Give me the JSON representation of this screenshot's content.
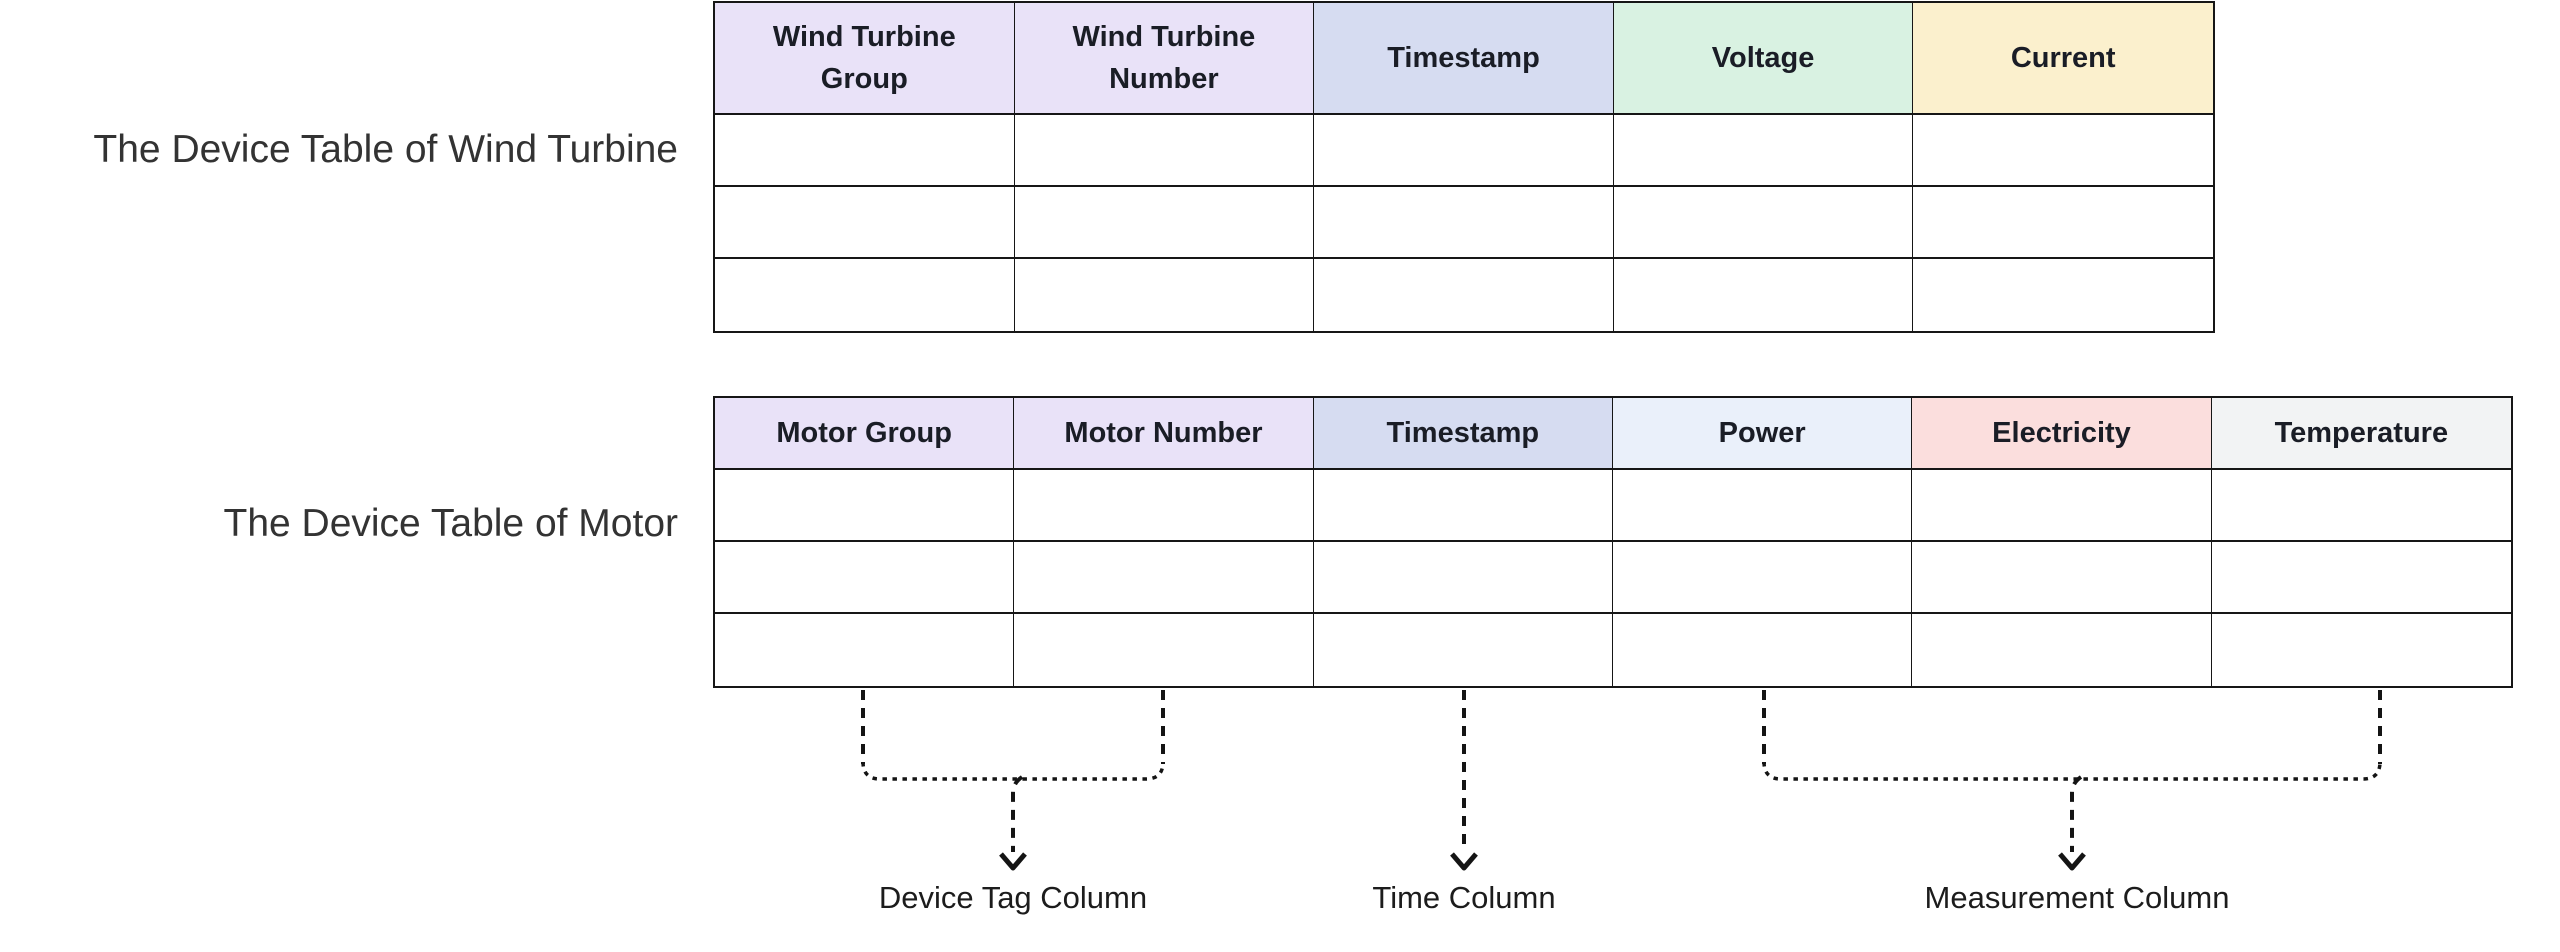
{
  "tables": [
    {
      "title": "The Device Table of Wind Turbine",
      "columns": [
        {
          "label": "Wind Turbine Group",
          "bg": "#E9E2F8"
        },
        {
          "label": "Wind Turbine Number",
          "bg": "#E9E2F8"
        },
        {
          "label": "Timestamp",
          "bg": "#D6DCF1"
        },
        {
          "label": "Voltage",
          "bg": "#D9F2E2"
        },
        {
          "label": "Current",
          "bg": "#FBF0CD"
        }
      ],
      "empty_rows": 3
    },
    {
      "title": "The Device Table of Motor",
      "columns": [
        {
          "label": "Motor Group",
          "bg": "#E9E2F8"
        },
        {
          "label": "Motor Number",
          "bg": "#E9E2F8"
        },
        {
          "label": "Timestamp",
          "bg": "#D6DCF1"
        },
        {
          "label": "Power",
          "bg": "#EAF0FA"
        },
        {
          "label": "Electricity",
          "bg": "#FBDEDD"
        },
        {
          "label": "Temperature",
          "bg": "#F2F3F4"
        }
      ],
      "empty_rows": 3
    }
  ],
  "annotations": {
    "device_tag": "Device Tag Column",
    "time": "Time Column",
    "measurement": "Measurement Column"
  },
  "colors": {
    "lavender": "#E9E2F8",
    "periwinkle": "#D6DCF1",
    "green": "#D9F2E2",
    "yellow": "#FBF0CD",
    "light_blue": "#EAF0FA",
    "pink": "#FBDEDD",
    "gray": "#F2F3F4",
    "border": "#161616",
    "line": "#141414",
    "title_text": "#333333",
    "header_text": "#1A1D26"
  }
}
